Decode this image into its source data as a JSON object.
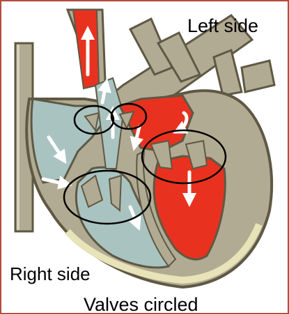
{
  "labels": {
    "left_side": "Left side",
    "right_side": "Right side",
    "valves_circled": "Valves circled"
  },
  "colors": {
    "vessel": "#b2ab93",
    "vessel_dark": "#5e5844",
    "oxygenated": "#e8321f",
    "deoxygenated": "#a9c3c0",
    "arrow": "#ffffff",
    "valve_circle": "#000000",
    "frame_border": "#b54a3c",
    "muscle_highlight": "#e8e3b8"
  }
}
